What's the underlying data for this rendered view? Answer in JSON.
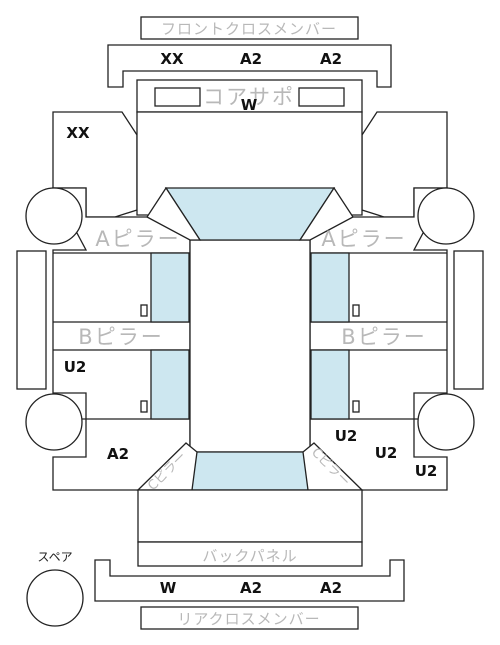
{
  "labels": {
    "front_cross_member": "フロントクロスメンバー",
    "core_support": "コアサポ",
    "a_pillar_left": "Aピラー",
    "a_pillar_right": "Aピラー",
    "b_pillar_left": "Bピラー",
    "b_pillar_right": "Bピラー",
    "c_pillar_left": "Cピラー",
    "c_pillar_right": "Cピラー",
    "back_panel": "バックパネル",
    "rear_cross_member": "リアクロスメンバー",
    "spare": "スペア"
  },
  "grades": {
    "front_member_1": "XX",
    "front_member_2": "A2",
    "front_member_3": "A2",
    "core_support": "W",
    "front_left_fender": "XX",
    "rear_left_door": "U2",
    "rear_left_quarter": "A2",
    "rear_right_1": "U2",
    "rear_right_2": "U2",
    "rear_right_3": "U2",
    "rear_member_1": "W",
    "rear_member_2": "A2",
    "rear_member_3": "A2"
  }
}
